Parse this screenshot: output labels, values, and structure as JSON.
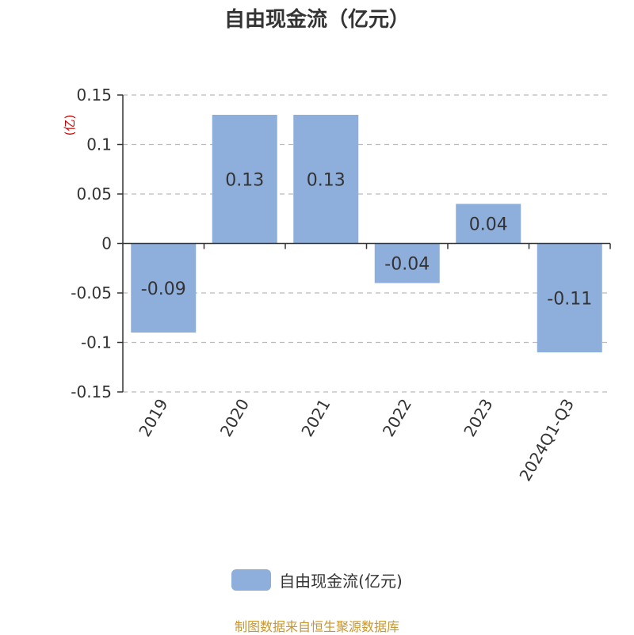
{
  "chart_data": {
    "type": "bar",
    "title": "自由现金流（亿元）",
    "ylabel": "(亿)",
    "categories": [
      "2019",
      "2020",
      "2021",
      "2022",
      "2023",
      "2024Q1-Q3"
    ],
    "series": [
      {
        "name": "自由现金流(亿元)",
        "values": [
          -0.09,
          0.13,
          0.13,
          -0.04,
          0.04,
          -0.11
        ],
        "labels": [
          "-0.09",
          "0.13",
          "0.13",
          "-0.04",
          "0.04",
          "-0.11"
        ],
        "color": "#8eaedb"
      }
    ],
    "ylim": [
      -0.15,
      0.15
    ],
    "yticks": [
      0.15,
      0.1,
      0.05,
      0,
      -0.05,
      -0.1,
      -0.15
    ],
    "ytick_labels": [
      "0.15",
      "0.1",
      "0.05",
      "0",
      "-0.05",
      "-0.1",
      "-0.15"
    ],
    "grid": true,
    "legend_position": "bottom-center"
  },
  "footer": {
    "source": "制图数据来自恒生聚源数据库",
    "source_color": "#c8962e"
  },
  "colors": {
    "axis": "#333333",
    "grid": "#bbbbbb",
    "ylabel": "#cc0000",
    "text": "#333333"
  }
}
